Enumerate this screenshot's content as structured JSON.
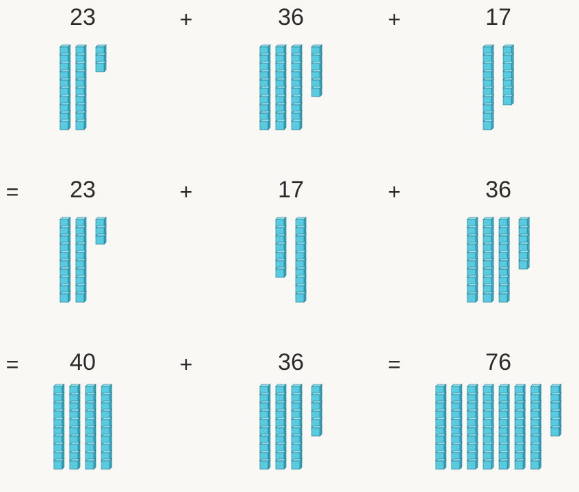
{
  "style": {
    "cube_face": "#59cbe0",
    "cube_top": "#8ee0ee",
    "cube_side": "#3aa8bf",
    "cube_stroke": "#1f6e80"
  },
  "rows": [
    {
      "lead_op": "",
      "groups": [
        {
          "number": "23",
          "tens": 2,
          "ones": 3
        },
        {
          "op": "+",
          "number": "36",
          "tens": 3,
          "ones": 6
        },
        {
          "op": "+",
          "number": "17",
          "tens": 1,
          "ones": 7
        }
      ]
    },
    {
      "lead_op": "=",
      "groups": [
        {
          "number": "23",
          "tens": 2,
          "ones": 3
        },
        {
          "op": "+",
          "number": "17",
          "tens": 1,
          "ones": 7,
          "ones_first": true
        },
        {
          "op": "+",
          "number": "36",
          "tens": 3,
          "ones": 6
        }
      ]
    },
    {
      "lead_op": "=",
      "groups": [
        {
          "number": "40",
          "tens": 4,
          "ones": 0
        },
        {
          "op": "+",
          "number": "36",
          "tens": 3,
          "ones": 6
        },
        {
          "op": "=",
          "number": "76",
          "tens": 7,
          "ones": 6
        }
      ]
    }
  ]
}
